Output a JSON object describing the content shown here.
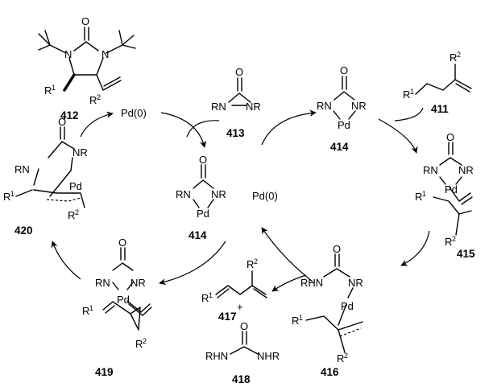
{
  "compounds": {
    "c412": "412",
    "c413": "413",
    "c414": "414",
    "c415": "415",
    "c416": "416",
    "c417": "417",
    "c418": "418",
    "c419": "419",
    "c420": "420",
    "c411": "411"
  },
  "labels": {
    "pd0": "Pd(0)",
    "pd": "Pd",
    "rn": "RN",
    "nr": "NR",
    "rhn": "RHN",
    "nhr": "NHR",
    "o": "O",
    "n": "N",
    "r": "R",
    "sup1": "1",
    "sup2": "2",
    "plus": "+"
  }
}
